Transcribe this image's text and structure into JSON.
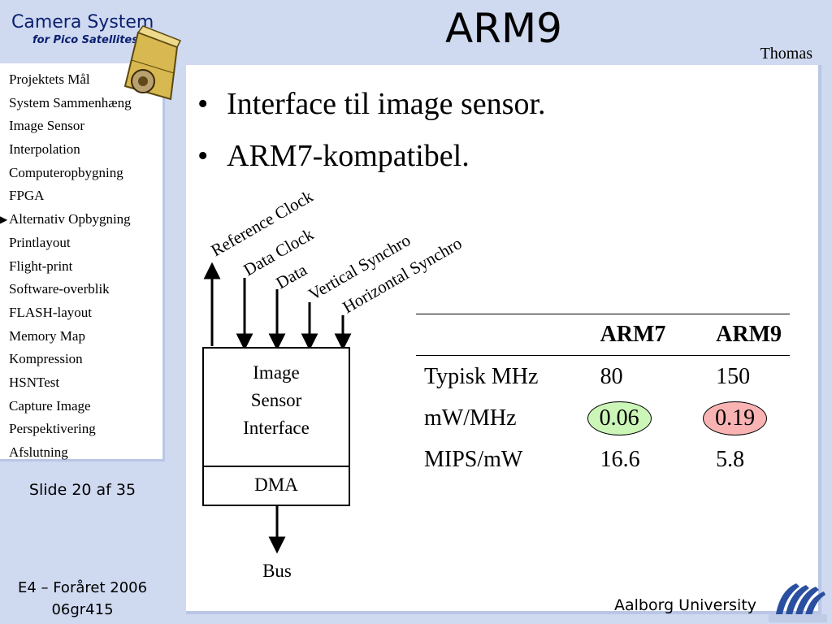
{
  "header": {
    "title": "Camera System",
    "subtitle": "for Pico Satellites"
  },
  "slide": {
    "title": "ARM9",
    "author": "Thomas",
    "counter": "Slide 20 af 35"
  },
  "nav": {
    "items": [
      {
        "label": "Projektets Mål"
      },
      {
        "label": "System Sammenhæng"
      },
      {
        "label": "Image Sensor"
      },
      {
        "label": "Interpolation"
      },
      {
        "label": "Computeropbygning"
      },
      {
        "label": "FPGA"
      },
      {
        "label": "Alternativ Opbygning",
        "current": true
      },
      {
        "label": "Printlayout"
      },
      {
        "label": "Flight-print"
      },
      {
        "label": "Software-overblik"
      },
      {
        "label": "FLASH-layout"
      },
      {
        "label": "Memory Map"
      },
      {
        "label": "Kompression"
      },
      {
        "label": "HSNTest"
      },
      {
        "label": "Capture Image"
      },
      {
        "label": "Perspektivering"
      },
      {
        "label": "Afslutning"
      }
    ],
    "current_marker": "▶"
  },
  "bullets": [
    "Interface til image sensor.",
    "ARM7-kompatibel."
  ],
  "diagram": {
    "signals": [
      "Reference Clock",
      "Data Clock",
      "Data",
      "Vertical Synchro",
      "Horizontal Synchro"
    ],
    "block_lines": [
      "Image",
      "Sensor",
      "Interface"
    ],
    "dma_label": "DMA",
    "bus_label": "Bus"
  },
  "table": {
    "headers": [
      "",
      "ARM7",
      "ARM9"
    ],
    "rows": [
      {
        "label": "Typisk MHz",
        "arm7": "80",
        "arm9": "150"
      },
      {
        "label": "mW/MHz",
        "arm7": "0.06",
        "arm9": "0.19"
      },
      {
        "label": "MIPS/mW",
        "arm7": "16.6",
        "arm9": "5.8"
      }
    ],
    "highlight_colors": {
      "arm7": "#ccf5b8",
      "arm9": "#f9b3b3"
    }
  },
  "footer": {
    "course_line1": "E4 – Foråret 2006",
    "course_line2": "06gr415",
    "university": "Aalborg University"
  }
}
